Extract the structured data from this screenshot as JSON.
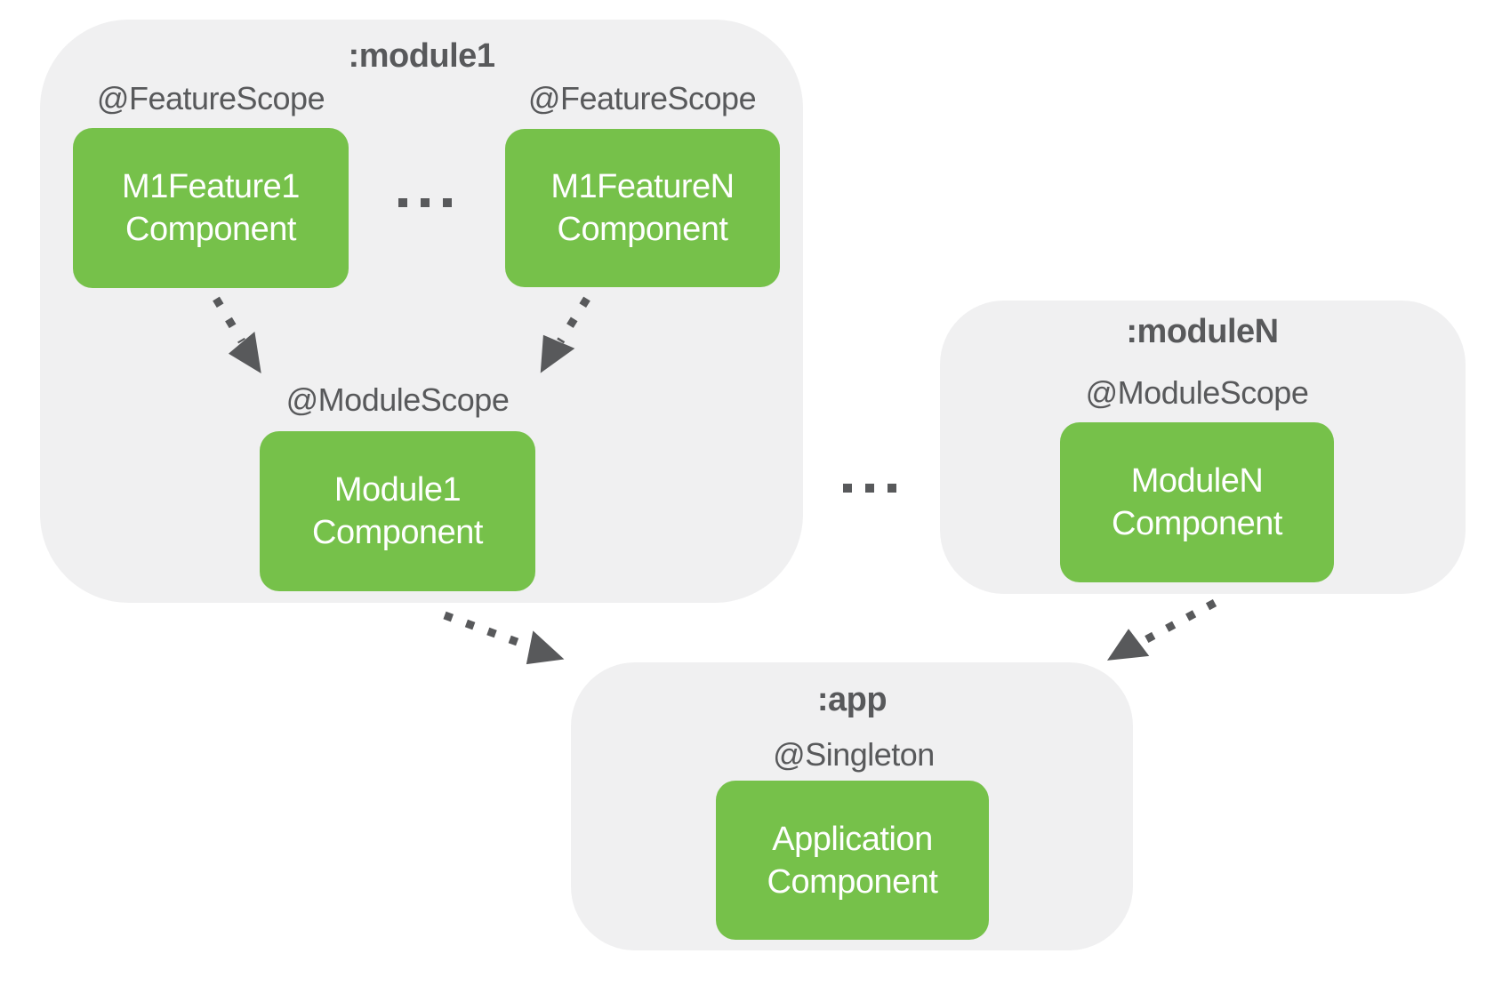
{
  "colors": {
    "component_green": "#76c14a",
    "container_gray": "#f0f0f1",
    "text_dark_gray": "#58595b",
    "component_text": "#ffffff",
    "background": "#ffffff"
  },
  "containers": {
    "module1": {
      "title": ":module1",
      "feature1_scope": "@FeatureScope",
      "feature1_line1": "M1Feature1",
      "feature1_line2": "Component",
      "featureN_scope": "@FeatureScope",
      "featureN_line1": "M1FeatureN",
      "featureN_line2": "Component",
      "features_ellipsis": ". . .",
      "module_scope": "@ModuleScope",
      "module_line1": "Module1",
      "module_line2": "Component"
    },
    "moduleN": {
      "title": ":moduleN",
      "module_scope": "@ModuleScope",
      "module_line1": "ModuleN",
      "module_line2": "Component"
    },
    "app": {
      "title": ":app",
      "scope": "@Singleton",
      "component_line1": "Application",
      "component_line2": "Component"
    }
  },
  "ellipsis_between_modules": ". . .",
  "connections": [
    {
      "from": "M1Feature1 Component",
      "to": "Module1 Component",
      "style": "dotted-arrow"
    },
    {
      "from": "M1FeatureN Component",
      "to": "Module1 Component",
      "style": "dotted-arrow"
    },
    {
      "from": "Module1 Component",
      "to": "Application Component",
      "style": "dotted-arrow"
    },
    {
      "from": "ModuleN Component",
      "to": "Application Component",
      "style": "dotted-arrow"
    }
  ]
}
